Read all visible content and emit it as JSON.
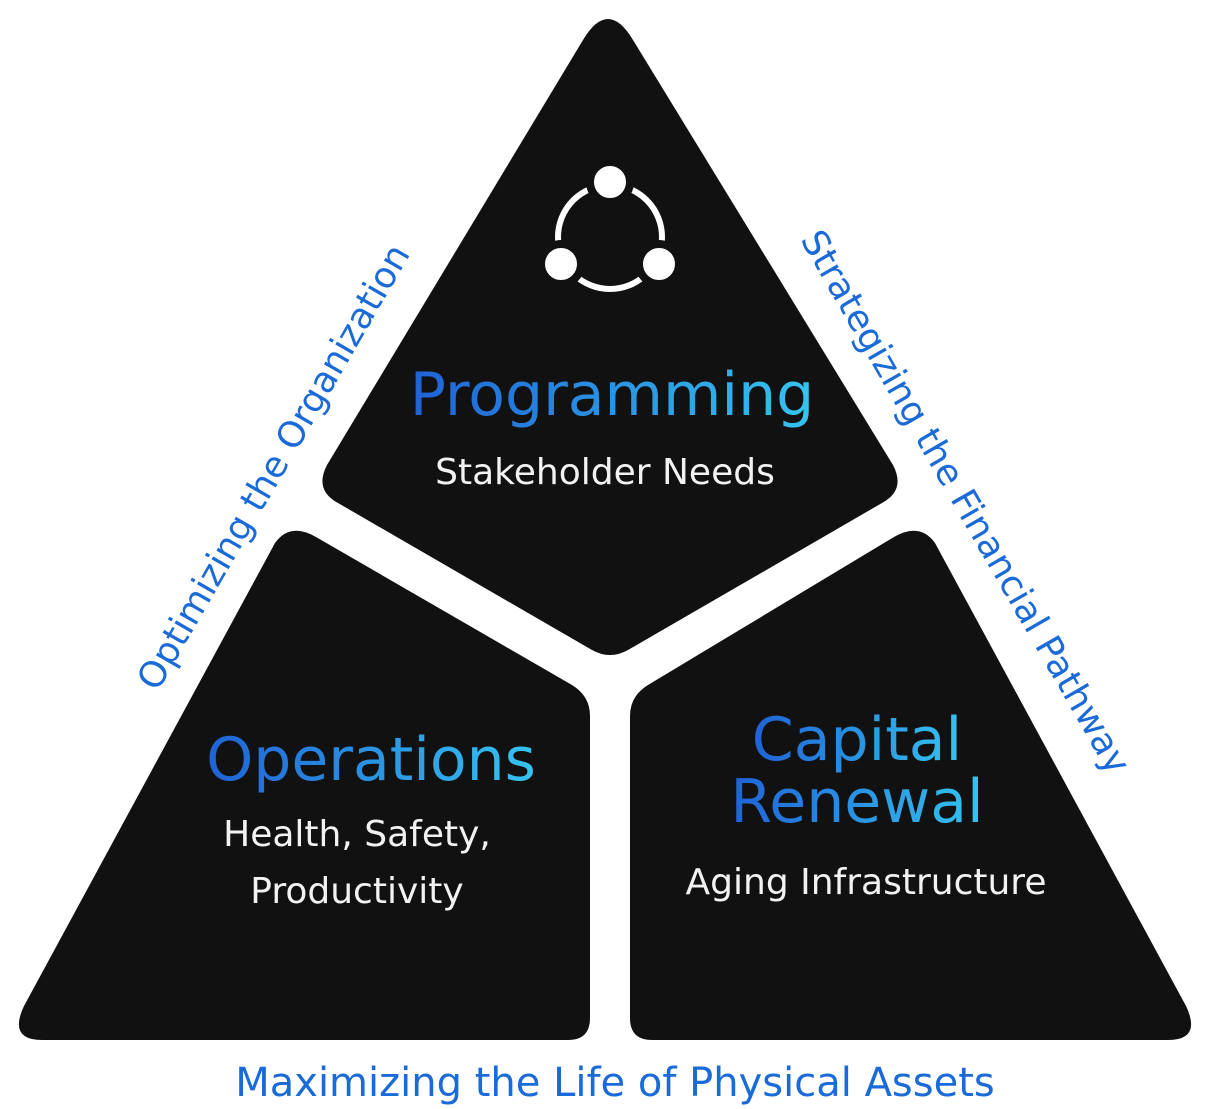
{
  "colors": {
    "panel": "#111111",
    "accent_dark": "#1f62d6",
    "accent_light": "#35c4ef",
    "side_text": "#1a6ad8",
    "sub_text": "#f2f2f2"
  },
  "top": {
    "icon": "three-node-cycle-icon",
    "title": "Programming",
    "subtitle": "Stakeholder Needs"
  },
  "left": {
    "title": "Operations",
    "subtitle_lines": [
      "Health, Safety,",
      "Productivity"
    ]
  },
  "right": {
    "title_lines": [
      "Capital",
      "Renewal"
    ],
    "subtitle": "Aging Infrastructure"
  },
  "edges": {
    "left": "Optimizing the Organization",
    "right": "Strategizing the Financial Pathway",
    "bottom": "Maximizing the Life of Physical Assets"
  }
}
